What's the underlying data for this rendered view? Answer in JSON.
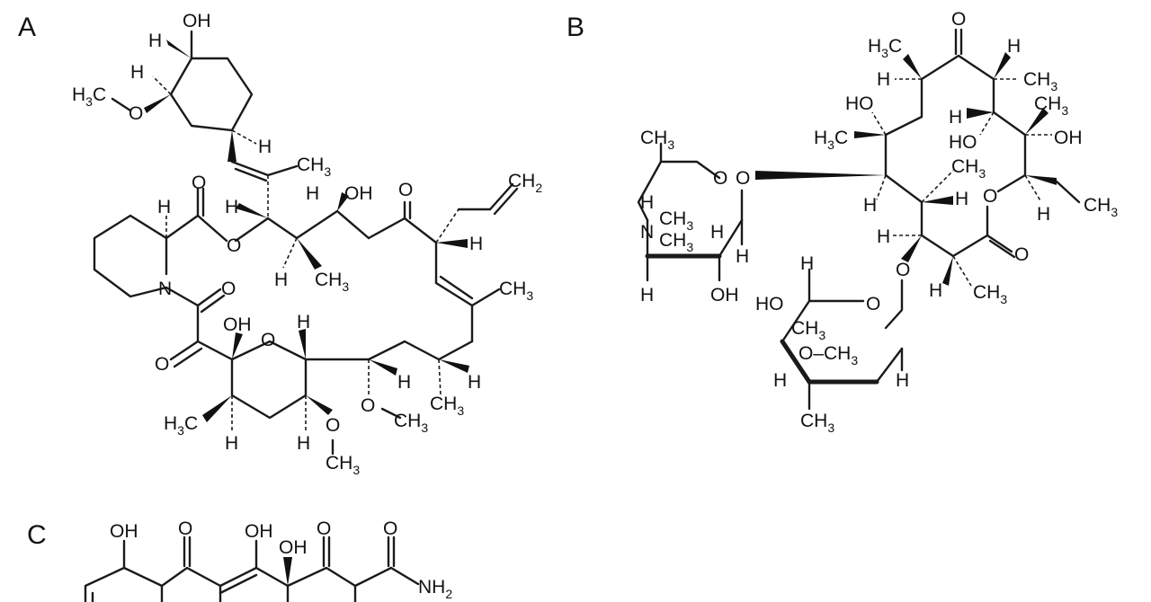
{
  "panels": {
    "a": "A",
    "b": "B",
    "c": "C"
  },
  "labels": {
    "oh": "OH",
    "o": "O",
    "h": "H",
    "n": "N",
    "h3c_pre": "H",
    "h3c_sub": "3",
    "h3c_post": "C",
    "ch3_pre": "CH",
    "ch3_sub": "3",
    "ch2_pre": "CH",
    "ch2_sub": "2",
    "nh2_pre": "NH",
    "nh2_sub": "2",
    "o_ch3": "O–CH"
  }
}
